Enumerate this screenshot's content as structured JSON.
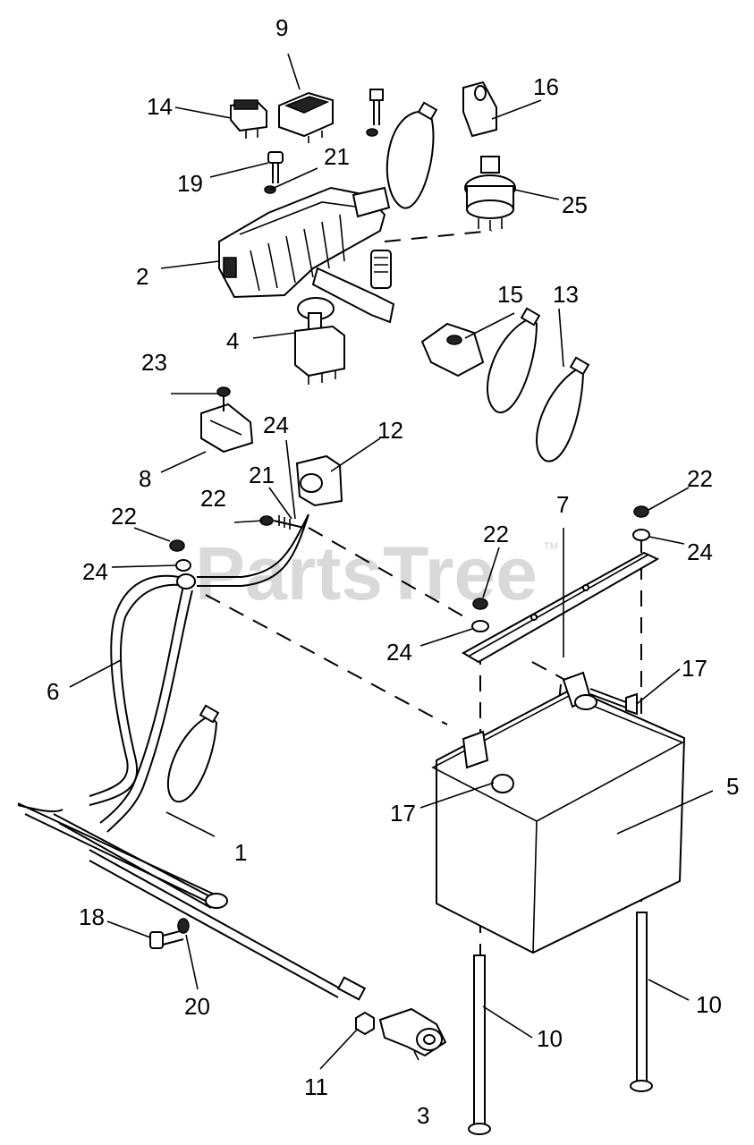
{
  "watermark": {
    "text": "PartsTree",
    "mark": "TM"
  },
  "callouts": [
    {
      "id": "c1",
      "text": "1"
    },
    {
      "id": "c2",
      "text": "2"
    },
    {
      "id": "c3",
      "text": "3"
    },
    {
      "id": "c4",
      "text": "4"
    },
    {
      "id": "c5",
      "text": "5"
    },
    {
      "id": "c6",
      "text": "6"
    },
    {
      "id": "c7",
      "text": "7"
    },
    {
      "id": "c8",
      "text": "8"
    },
    {
      "id": "c9",
      "text": "9"
    },
    {
      "id": "c10a",
      "text": "10"
    },
    {
      "id": "c10b",
      "text": "10"
    },
    {
      "id": "c11",
      "text": "11"
    },
    {
      "id": "c12",
      "text": "12"
    },
    {
      "id": "c13",
      "text": "13"
    },
    {
      "id": "c14",
      "text": "14"
    },
    {
      "id": "c15",
      "text": "15"
    },
    {
      "id": "c16",
      "text": "16"
    },
    {
      "id": "c17a",
      "text": "17"
    },
    {
      "id": "c17b",
      "text": "17"
    },
    {
      "id": "c18",
      "text": "18"
    },
    {
      "id": "c19",
      "text": "19"
    },
    {
      "id": "c20",
      "text": "20"
    },
    {
      "id": "c21a",
      "text": "21"
    },
    {
      "id": "c21b",
      "text": "21"
    },
    {
      "id": "c22a",
      "text": "22"
    },
    {
      "id": "c22b",
      "text": "22"
    },
    {
      "id": "c22c",
      "text": "22"
    },
    {
      "id": "c22d",
      "text": "22"
    },
    {
      "id": "c23",
      "text": "23"
    },
    {
      "id": "c24a",
      "text": "24"
    },
    {
      "id": "c24b",
      "text": "24"
    },
    {
      "id": "c24c",
      "text": "24"
    },
    {
      "id": "c24d",
      "text": "24"
    },
    {
      "id": "c25",
      "text": "25"
    }
  ]
}
